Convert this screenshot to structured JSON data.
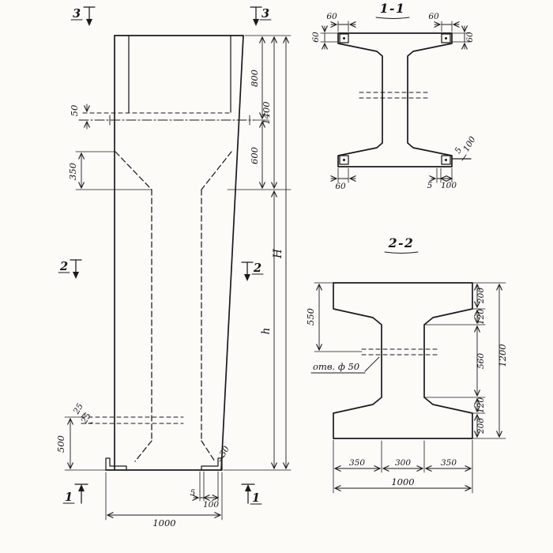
{
  "elevation": {
    "marks": {
      "top_left": "3",
      "top_right": "3",
      "mid_left": "2",
      "mid_right": "2",
      "bottom_left": "1",
      "bottom_right": "1"
    },
    "dims": {
      "cap_plate": "50",
      "taper": "350",
      "top_upper": "800",
      "top_lower": "600",
      "top_total": "1400",
      "total_height": "H",
      "shaft_height": "h",
      "base": "500",
      "dowel_a": "25",
      "dowel_b": "25",
      "foot": "30",
      "foot_lip": "5",
      "foot_leg": "100",
      "width": "1000"
    }
  },
  "section_1_1": {
    "title": "1-1",
    "dims": {
      "angle_top_left": "60",
      "angle_top_right": "60",
      "angle_left": "60",
      "angle_right": "60",
      "angle_bottom_left": "60",
      "lip_bottom": "5",
      "leg_bottom": "100",
      "lip_right": "5",
      "leg_right": "100"
    }
  },
  "section_2_2": {
    "title": "2-2",
    "hole_label": "отв. ф 50",
    "dims": {
      "flange_left": "550",
      "flange_top": "200",
      "taper_top": "120",
      "web": "560",
      "taper_bottom": "120",
      "flange_bottom": "200",
      "height_total": "1200",
      "bottom_left": "350",
      "bottom_mid": "300",
      "bottom_right": "350",
      "width_total": "1000"
    }
  }
}
